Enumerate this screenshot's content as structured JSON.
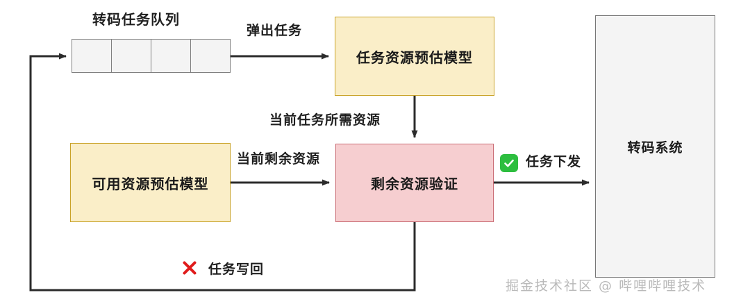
{
  "diagram": {
    "title_queue": "转码任务队列",
    "nodes": {
      "task_resource_model": "任务资源预估模型",
      "available_resource_model": "可用资源预估模型",
      "remaining_resource_check": "剩余资源验证",
      "transcode_system": "转码系统"
    },
    "edge_labels": {
      "pop_task": "弹出任务",
      "task_required_resource": "当前任务所需资源",
      "current_remaining_resource": "当前剩余资源",
      "task_dispatch": "任务下发",
      "task_writeback": "任务写回"
    },
    "markers": {
      "ok": "green-check-icon",
      "no": "red-cross-icon"
    },
    "queue_cells": [
      "",
      "",
      "",
      ""
    ],
    "colors": {
      "yellow_fill": "#faeec8",
      "yellow_stroke": "#c9a227",
      "pink_fill": "#f6ced0",
      "pink_stroke": "#c96a72",
      "grey_fill": "#f4f4f4",
      "grey_stroke": "#777777",
      "line": "#2b2b2b",
      "ok_green": "#2dbe3f",
      "no_red": "#e01b1b"
    }
  },
  "watermark": {
    "text": "掘金技术社区 @ 哔哩哔哩技术"
  }
}
